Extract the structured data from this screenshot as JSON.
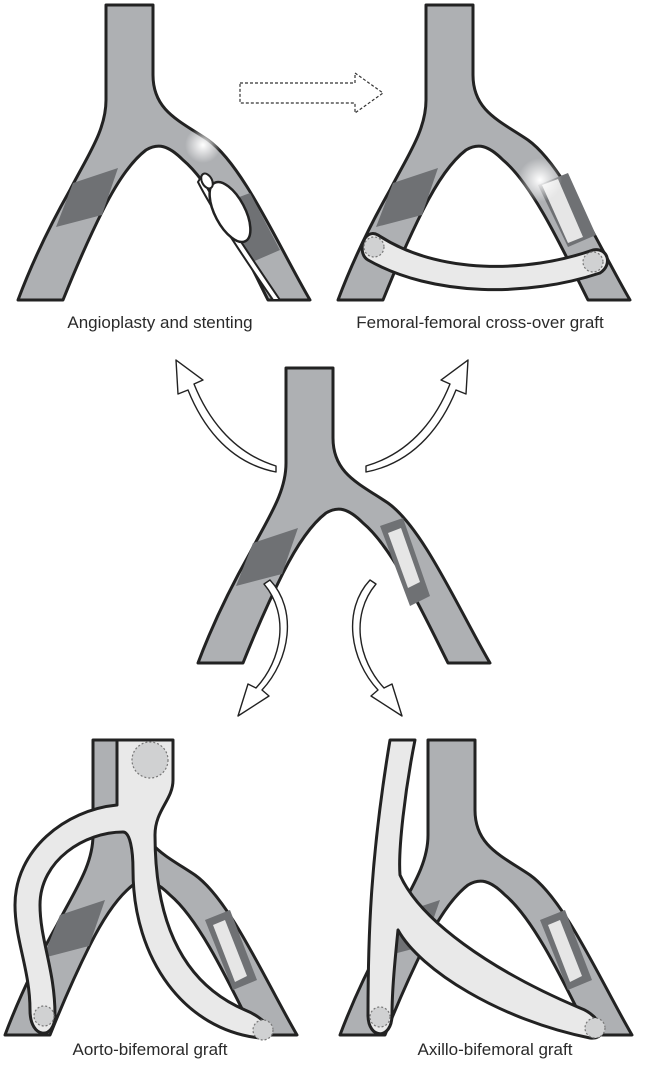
{
  "captions": {
    "angioplasty": "Angioplasty and stenting",
    "femoral": "Femoral-femoral cross-over graft",
    "aorto": "Aorto-bifemoral graft",
    "axillo": "Axillo-bifemoral graft"
  },
  "colors": {
    "vessel": "#aeb0b3",
    "occlusion": "#6f7174",
    "graft": "#e9e9e9",
    "outline": "#222222"
  }
}
